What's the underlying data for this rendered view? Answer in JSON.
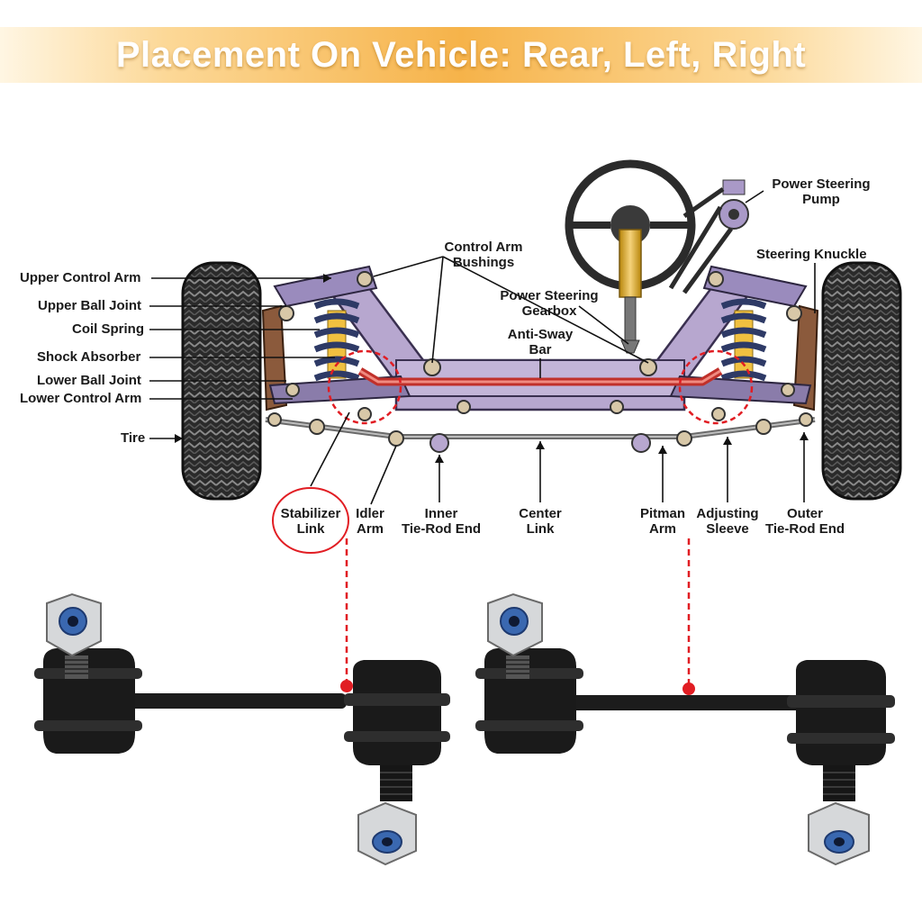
{
  "title": "Placement On Vehicle: Rear, Left, Right",
  "labels": {
    "upper_control_arm": "Upper Control Arm",
    "upper_ball_joint": "Upper Ball Joint",
    "coil_spring": "Coil Spring",
    "shock_absorber": "Shock Absorber",
    "lower_ball_joint": "Lower Ball Joint",
    "lower_control_arm": "Lower Control Arm",
    "tire": "Tire",
    "control_arm_bushings_1": "Control Arm",
    "control_arm_bushings_2": "Bushings",
    "power_steering_pump_1": "Power Steering",
    "power_steering_pump_2": "Pump",
    "steering_knuckle": "Steering Knuckle",
    "power_steering_gearbox_1": "Power Steering",
    "power_steering_gearbox_2": "Gearbox",
    "anti_sway_bar_1": "Anti-Sway",
    "anti_sway_bar_2": "Bar",
    "stabilizer_link_1": "Stabilizer",
    "stabilizer_link_2": "Link",
    "idler_arm_1": "Idler",
    "idler_arm_2": "Arm",
    "inner_tie_rod_1": "Inner",
    "inner_tie_rod_2": "Tie-Rod End",
    "center_link_1": "Center",
    "center_link_2": "Link",
    "pitman_arm_1": "Pitman",
    "pitman_arm_2": "Arm",
    "adjusting_sleeve_1": "Adjusting",
    "adjusting_sleeve_2": "Sleeve",
    "outer_tie_rod_1": "Outer",
    "outer_tie_rod_2": "Tie-Rod End"
  },
  "colors": {
    "banner_accent": "#f6b34a",
    "highlight_red": "#e11d23",
    "frame_purple": "#b7a7cf",
    "tire_dark": "#222222"
  }
}
